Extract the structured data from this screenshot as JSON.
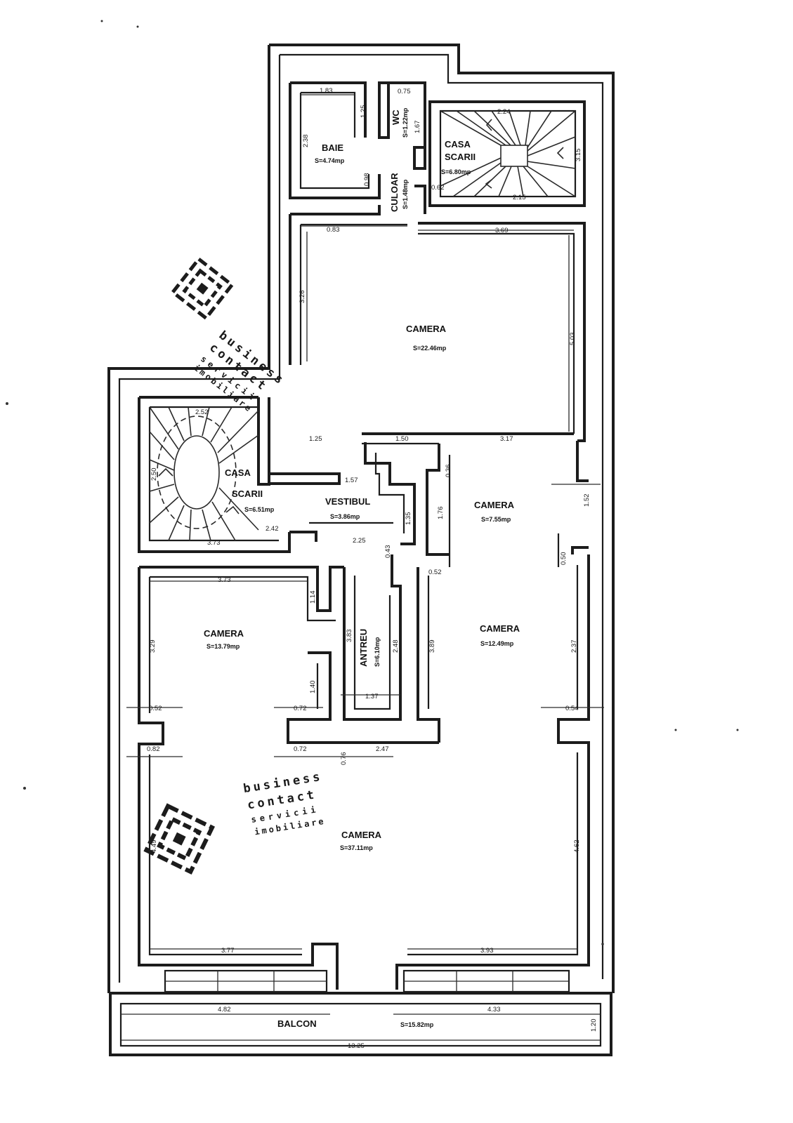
{
  "rooms": {
    "baie": {
      "name": "BAIE",
      "area": "S=4.74mp"
    },
    "wc": {
      "name": "WC",
      "area": "S=1.22mp"
    },
    "casa_scarii_top": {
      "name_1": "CASA",
      "name_2": "SCARII",
      "area": "S=6.80mp"
    },
    "culoar": {
      "name": "CULOAR",
      "area": "S=1.48mp"
    },
    "camera_top": {
      "name": "CAMERA",
      "area": "S=22.46mp"
    },
    "casa_scarii_left": {
      "name_1": "CASA",
      "name_2": "SCARII",
      "area": "S=6.51mp"
    },
    "vestibul": {
      "name": "VESTIBUL",
      "area": "S=3.86mp"
    },
    "camera_small": {
      "name": "CAMERA",
      "area": "S=7.55mp"
    },
    "camera_left": {
      "name": "CAMERA",
      "area": "S=13.79mp"
    },
    "antreu": {
      "name": "ANTREU",
      "area": "S=6.10mp"
    },
    "camera_right": {
      "name": "CAMERA",
      "area": "S=12.49mp"
    },
    "camera_bottom": {
      "name": "CAMERA",
      "area": "S=37.11mp"
    },
    "balcon": {
      "name": "BALCON",
      "area": "S=15.82mp"
    }
  },
  "dimensions": {
    "baie_w": "1.83",
    "baie_h": "2.38",
    "baie_h2": "0.98",
    "baie_door": "1.25",
    "wc_w": "0.75",
    "wc_h": "1.67",
    "scari_top_w": "2.24",
    "scari_top_w2": "2.15",
    "scari_top_h": "3.15",
    "scari_top_d": "0.62",
    "camera_top_w1": "0.83",
    "camera_top_w2": "3.69",
    "camera_top_h1": "3.26",
    "camera_top_h2": "5.03",
    "camera_top_b1": "1.25",
    "camera_top_b2": "1.50",
    "camera_top_b3": "3.17",
    "scari_left_w": "2.52",
    "scari_left_h": "2.50",
    "scari_left_b": "3.73",
    "scari_left_e": "2.42",
    "vestibul_w": "1.57",
    "vestibul_w2": "2.25",
    "vestibul_h": "1.35",
    "vestibul_h2": "0.43",
    "camera_small_w": "0.36",
    "camera_small_h": "1.76",
    "camera_small_r1": "1.52",
    "camera_small_r2": "0.50",
    "camera_small_r3": "0.52",
    "camera_left_w": "3.73",
    "camera_left_h": "3.29",
    "camera_left_d1": "1.14",
    "camera_left_d2": "0.52",
    "camera_left_d3": "1.40",
    "camera_left_d4": "0.72",
    "antreu_h": "3.83",
    "antreu_h2": "2.48",
    "antreu_w": "1.37",
    "camera_right_h": "3.89",
    "camera_right_h2": "2.37",
    "camera_right_d": "0.54",
    "camera_bottom_w1": "3.77",
    "camera_bottom_w2": "3.93",
    "camera_bottom_h1": "4.49",
    "camera_bottom_h2": "4.62",
    "camera_bottom_d1": "0.72",
    "camera_bottom_d2": "2.47",
    "camera_bottom_d3": "0.76",
    "camera_bottom_d4": "0.82",
    "balcon_w1": "4.82",
    "balcon_w2": "4.33",
    "balcon_total": "13.25",
    "balcon_h": "1.20"
  },
  "watermark": {
    "line1": "business",
    "line2": "contact",
    "line3": "servicii",
    "line4": "imobiliare"
  },
  "logo": {
    "icon": "business-contact-logo-icon"
  },
  "colors": {
    "ink": "#1c1c1c",
    "paper": "#ffffff"
  }
}
